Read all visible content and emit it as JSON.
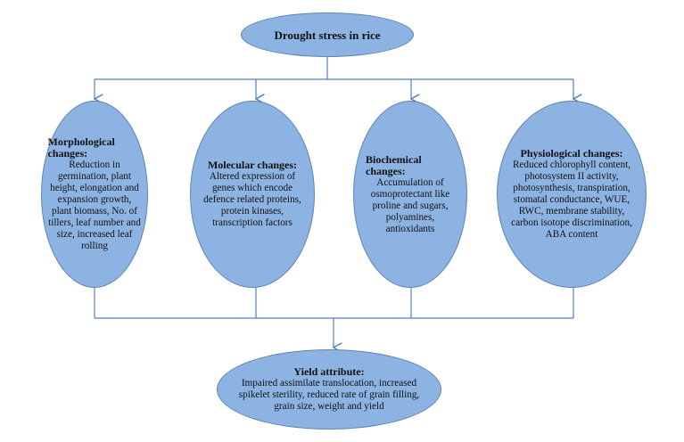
{
  "root": {
    "label": "Drought stress in rice"
  },
  "nodes": [
    {
      "title": "Morphological changes:",
      "text": "Reduction in germination, plant height, elongation and expansion growth, plant biomass, No. of tillers, leaf number and size, increased leaf rolling"
    },
    {
      "title": "Molecular changes:",
      "text": "Altered expression of genes which encode defence related proteins, protein kinases, transcription factors"
    },
    {
      "title": "Biochemical changes:",
      "text": "Accumulation of osmoprotectant like proline and sugars, polyamines, antioxidants"
    },
    {
      "title": "Physiological changes:",
      "text": "Reduced chlorophyll content, photosystem II activity, photosynthesis, transpiration, stomatal conductance, WUE, RWC, membrane stability, carbon isotope discrimination, ABA content"
    }
  ],
  "yield": {
    "title": "Yield attribute:",
    "text": "Impaired assimilate translocation, increased spikelet sterility, reduced rate of grain filling, grain size, weight and yield"
  },
  "colors": {
    "fill": "#8db3e2",
    "stroke": "#5e84b5",
    "line": "#4f7fc0"
  }
}
